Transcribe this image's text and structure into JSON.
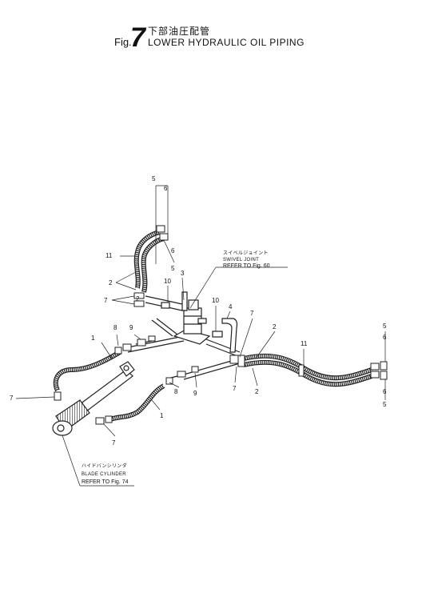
{
  "header": {
    "fig_prefix": "Fig.",
    "fig_number": "7",
    "title_jp": "下部油圧配管",
    "title_en": "LOWER HYDRAULIC OIL PIPING"
  },
  "callouts": {
    "swivel_joint": {
      "jp": "スイベルジョイント",
      "line1": "SWIVEL JOINT",
      "line2": "REFER TO Fig. 60"
    },
    "blade_cylinder": {
      "jp": "ハイドバンシリンダ",
      "line1": "BLADE CYLINDER",
      "line2": "REFER TO Fig. 74"
    }
  },
  "part_labels": {
    "p1a": "1",
    "p1b": "1",
    "p2a": "2",
    "p2b": "2",
    "p2c": "2",
    "p2d": "2",
    "p3": "3",
    "p4": "4",
    "p5a": "5",
    "p5b": "5",
    "p5c": "5",
    "p5d": "5",
    "p6a": "6",
    "p6b": "6",
    "p6c": "6",
    "p6d": "6",
    "p7a": "7",
    "p7b": "7",
    "p7c": "7",
    "p7d": "7",
    "p7e": "7",
    "p8a": "8",
    "p8b": "8",
    "p9a": "9",
    "p9b": "9",
    "p10a": "10",
    "p10b": "10",
    "p11a": "11",
    "p11b": "11"
  }
}
